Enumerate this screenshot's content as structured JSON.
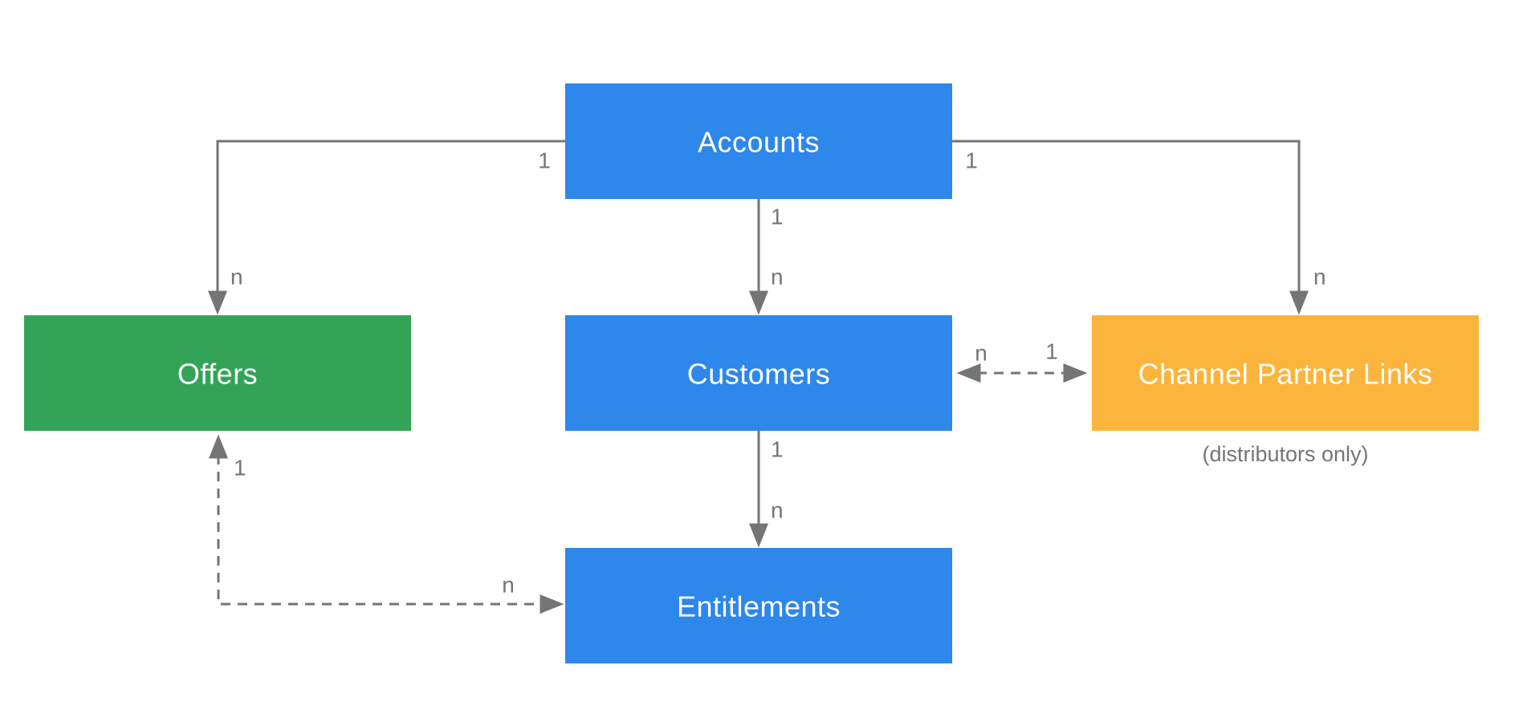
{
  "diagram": {
    "nodes": {
      "accounts": {
        "label": "Accounts",
        "color": "#2E87EA"
      },
      "offers": {
        "label": "Offers",
        "color": "#33A457"
      },
      "customers": {
        "label": "Customers",
        "color": "#2E87EA"
      },
      "channel_partner_links": {
        "label": "Channel Partner Links",
        "color": "#FBB43C",
        "caption": "(distributors only)"
      },
      "entitlements": {
        "label": "Entitlements",
        "color": "#2E87EA"
      }
    },
    "edges": {
      "accounts_offers": {
        "from_label": "1",
        "to_label": "n",
        "style": "solid"
      },
      "accounts_customers": {
        "from_label": "1",
        "to_label": "n",
        "style": "solid"
      },
      "accounts_channel_partner_links": {
        "from_label": "1",
        "to_label": "n",
        "style": "solid"
      },
      "customers_channel_partner_links": {
        "near_customers_label": "n",
        "near_links_label": "1",
        "style": "dashed"
      },
      "customers_entitlements": {
        "from_label": "1",
        "to_label": "n",
        "style": "solid"
      },
      "offers_entitlements": {
        "near_offers_label": "1",
        "near_entitlements_label": "n",
        "style": "dashed"
      }
    },
    "colors": {
      "line": "#757575",
      "edge_label": "#757575",
      "caption": "#757575",
      "node_text": "#FFFFFF",
      "background": "#FFFFFF"
    }
  }
}
